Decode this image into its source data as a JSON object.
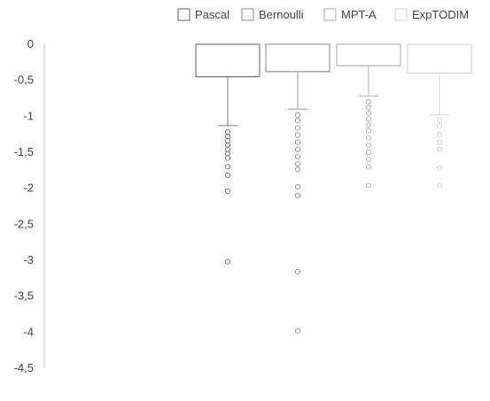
{
  "chart_data": {
    "type": "box",
    "title": "",
    "xlabel": "",
    "ylabel": "",
    "legend_position": "top-right",
    "grid": false,
    "ylim": [
      -4.5,
      0
    ],
    "y_ticks": [
      0,
      -0.5,
      -1,
      -1.5,
      -2,
      -2.5,
      -3,
      -3.5,
      -4,
      -4.5
    ],
    "y_tick_labels": [
      "0",
      "-0,5",
      "-1",
      "-1,5",
      "-2",
      "-2,5",
      "-3",
      "-3,5",
      "-4",
      "-4,5"
    ],
    "series": [
      {
        "name": "Pascal",
        "color": "#7a7a7a",
        "box_top": 0,
        "box_bottom": -0.45,
        "median": -0.45,
        "whisker_bottom": -1.13,
        "outliers": [
          -1.22,
          -1.28,
          -1.34,
          -1.4,
          -1.46,
          -1.52,
          -1.58,
          -1.7,
          -1.82,
          -2.04,
          -3.02
        ]
      },
      {
        "name": "Bernoulli",
        "color": "#9a9a9a",
        "box_top": 0,
        "box_bottom": -0.38,
        "median": -0.38,
        "whisker_bottom": -0.9,
        "outliers": [
          -0.98,
          -1.06,
          -1.16,
          -1.26,
          -1.36,
          -1.46,
          -1.56,
          -1.66,
          -1.74,
          -1.98,
          -2.1,
          -3.16,
          -3.98
        ]
      },
      {
        "name": "MPT-A",
        "color": "#b8b8b8",
        "box_top": 0,
        "box_bottom": -0.3,
        "median": -0.3,
        "whisker_bottom": -0.72,
        "outliers": [
          -0.8,
          -0.88,
          -0.96,
          -1.04,
          -1.12,
          -1.2,
          -1.3,
          -1.4,
          -1.5,
          -1.6,
          -1.7,
          -1.96
        ]
      },
      {
        "name": "ExpTODIM",
        "color": "#d6d6d6",
        "box_top": 0,
        "box_bottom": -0.4,
        "median": -0.4,
        "whisker_bottom": -0.98,
        "outliers": [
          -1.06,
          -1.14,
          -1.26,
          -1.36,
          -1.46,
          -1.72,
          -1.96
        ]
      }
    ]
  }
}
